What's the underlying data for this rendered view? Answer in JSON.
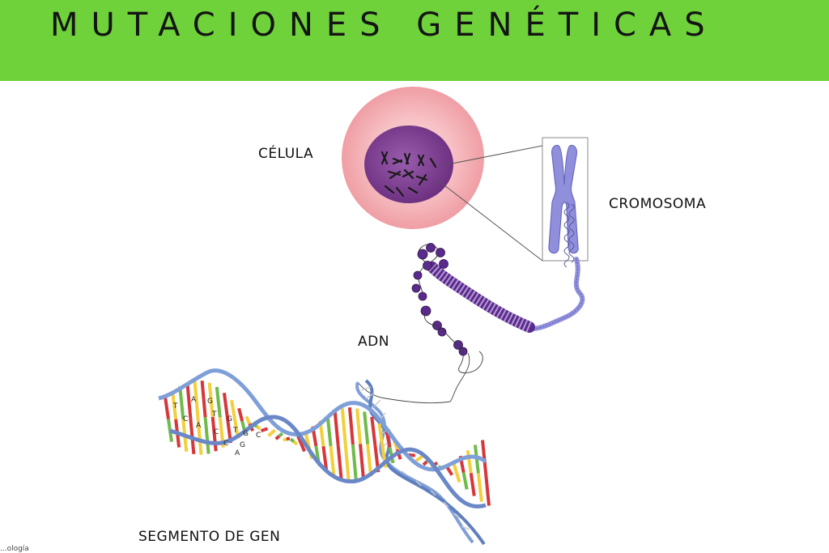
{
  "header": {
    "title": "MUTACIONES GENÉTICAS"
  },
  "labels": {
    "cell": "CÉLULA",
    "chromosome": "CROMOSOMA",
    "dna": "ADN",
    "gene_segment": "SEGMENTO DE GEN"
  },
  "base_letters": [
    "T",
    "A",
    "G",
    "C",
    "T",
    "G",
    "A",
    "C",
    "T",
    "G",
    "C",
    "G",
    "C",
    "A"
  ],
  "credit": "...ología",
  "colors": {
    "banner": "#6fd23a",
    "cell_outer": "#f6b3b8",
    "nucleus": "#7a3a8c",
    "chromosome": "#8f8fdc",
    "chromatin": "#5a2b8c",
    "dna_backbone": "#7f9fd9",
    "base_red": "#d7373a",
    "base_yellow": "#f2cf3b",
    "base_green": "#6fbb4a"
  }
}
